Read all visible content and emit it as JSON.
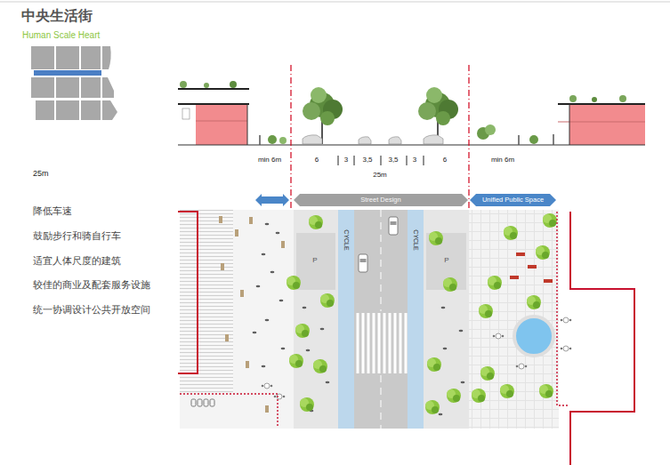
{
  "diagram": {
    "title": "中央生活街",
    "nodes": [
      {
        "text": [
          "Street Design"
        ]
      },
      {
        "text": [
          "Unified Public Space"
        ]
      },
      {
        "text": [
          "CYCLE"
        ]
      },
      {
        "text": [
          "CYCLE"
        ]
      },
      {
        "text": [
          "P"
        ]
      },
      {
        "text": [
          "P"
        ]
      }
    ],
    "labels": [
      "Human Scale Heart",
      "min 6m",
      "6",
      "3",
      "3,5",
      "3,5",
      "3",
      "6",
      "min 6m",
      "25m",
      "25m",
      "降低车速",
      "鼓励步行和骑自行车",
      "适宜人体尺度的建筑",
      "较佳的商业及配套服务设施",
      "统一协调设计公共开放空间"
    ]
  }
}
